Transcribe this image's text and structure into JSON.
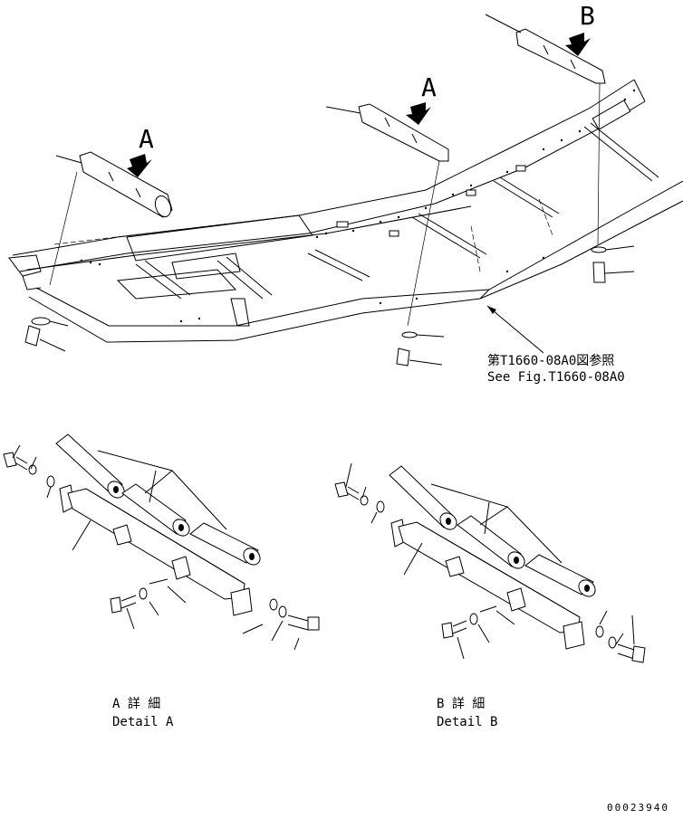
{
  "view_labels": {
    "view_a_left": "A",
    "view_a_mid": "A",
    "view_b": "B"
  },
  "reference": {
    "jp": "第T1660-08A0図参照",
    "en": "See Fig.T1660-08A0"
  },
  "details": {
    "a": {
      "jp": "A 詳 細",
      "en": "Detail A"
    },
    "b": {
      "jp": "B 詳 細",
      "en": "Detail B"
    }
  },
  "drawing_number": "00023940"
}
